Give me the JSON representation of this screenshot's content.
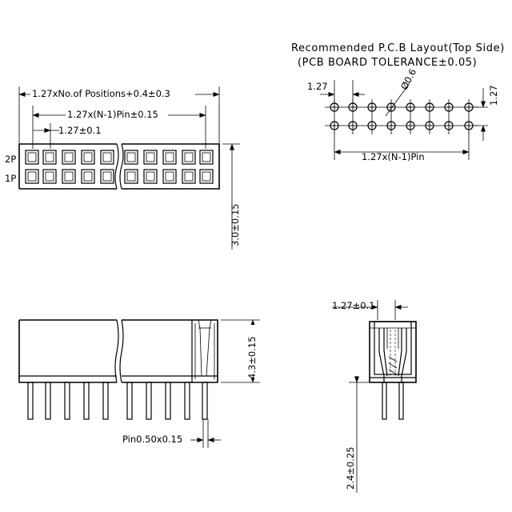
{
  "pcb": {
    "title": "Recommended P.C.B Layout(Top Side)",
    "tolerance": "(PCB BOARD TOLERANCE±0.05)",
    "pitch_h": "1.27",
    "pitch_v": "1.27",
    "hole": "Ø0.6",
    "span": "1.27x(N-1)Pin"
  },
  "top_view": {
    "overall": "1.27xNo.of Positions+0.4±0.3",
    "span": "1.27x(N-1)Pin±0.15",
    "pitch": "1.27±0.1",
    "row2": "2P",
    "row1": "1P",
    "depth": "3.0±0.15"
  },
  "front_view": {
    "height": "4.3±0.15",
    "pin": "Pin0.50x0.15"
  },
  "side_view": {
    "pitch": "1.27±0.1",
    "pin_len": "2.4±0.25"
  }
}
